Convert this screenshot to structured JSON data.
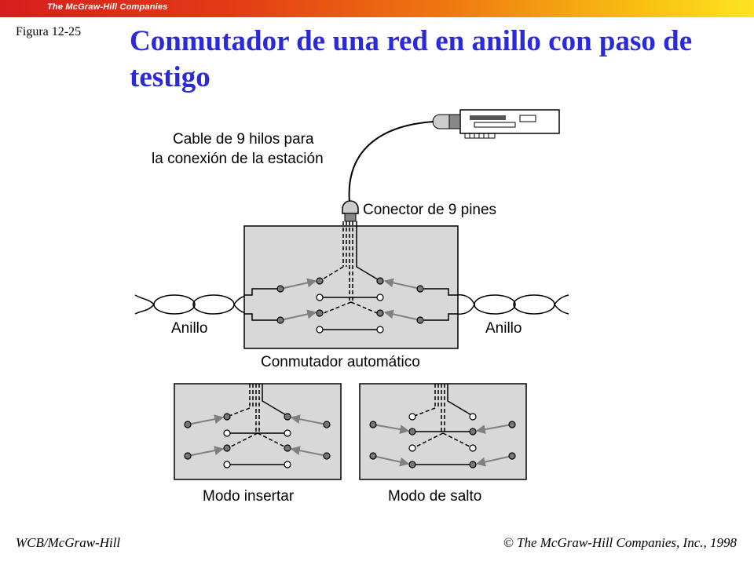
{
  "header": {
    "brand": "The McGraw-Hill Companies"
  },
  "figure_label": "Figura 12-25",
  "title": "Conmutador de una red en anillo con paso de testigo",
  "labels": {
    "cable_line1": "Cable de 9 hilos para",
    "cable_line2": "la conexión de la estación",
    "connector": "Conector de 9 pines",
    "ring_left": "Anillo",
    "ring_right": "Anillo",
    "switch": "Conmutador automático",
    "insert_mode": "Modo insertar",
    "bypass_mode": "Modo de salto"
  },
  "footer": {
    "left": "WCB/McGraw-Hill",
    "right_symbol": "©",
    "right": "The McGraw-Hill Companies, Inc., 1998"
  }
}
